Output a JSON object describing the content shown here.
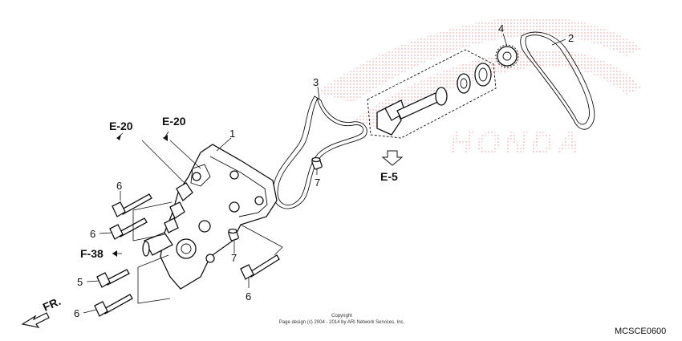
{
  "callouts": {
    "c1": "1",
    "c2": "2",
    "c3": "3",
    "c4": "4",
    "c5": "5",
    "c6a": "6",
    "c6b": "6",
    "c6c": "6",
    "c6d": "6",
    "c7a": "7",
    "c7b": "7"
  },
  "refs": {
    "e20_left": "E-20",
    "e20_right": "E-20",
    "e5": "E-5",
    "f38": "F-38",
    "fr": "FR."
  },
  "footer": {
    "copyright_line1": "Copyright",
    "copyright_line2": "Page design (c) 2004 - 2014 by ARI Network Services, Inc.",
    "diagram_code": "MCSCE0600"
  },
  "watermark": {
    "text": "HONDA"
  }
}
